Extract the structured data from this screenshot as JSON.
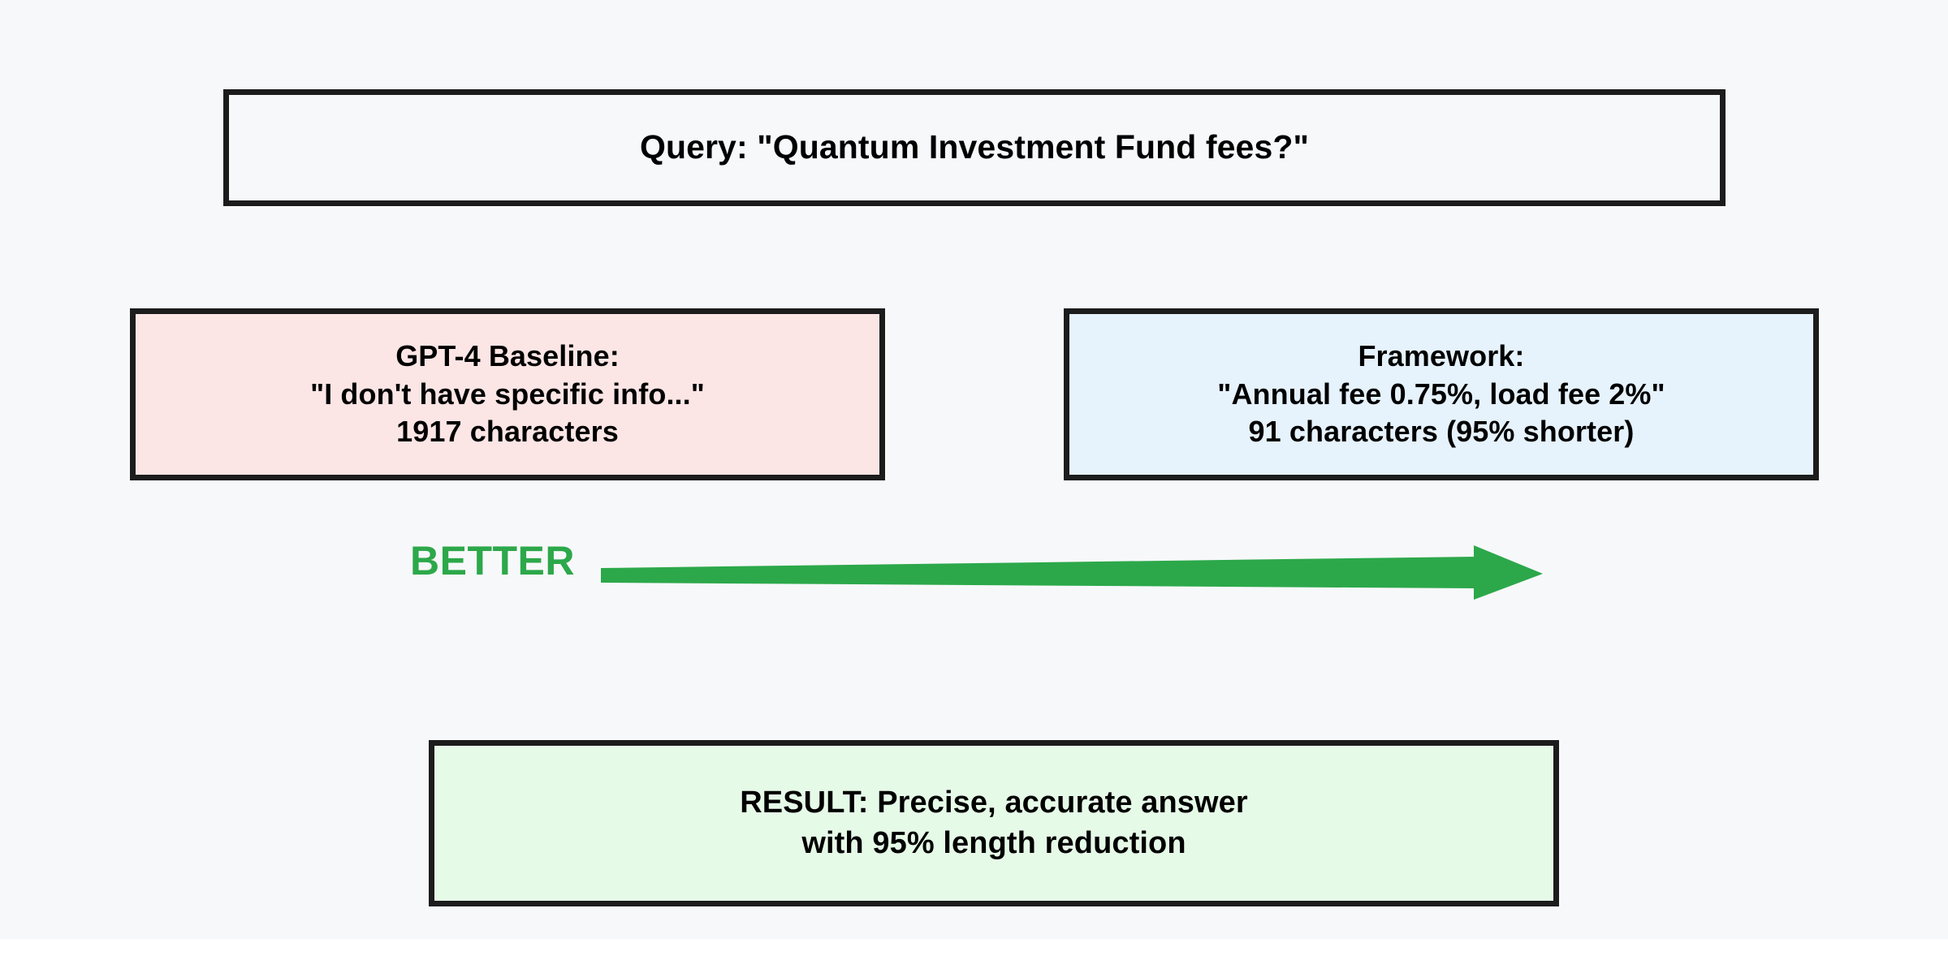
{
  "diagram": {
    "background_color": "#f7f8fa",
    "border_color": "#1c1c1c",
    "accent_green": "#2ca84a",
    "nodes": {
      "query": {
        "label": "Query: \"Quantum Investment Fund fees?\"",
        "fill_color": "#f7f8fa"
      },
      "baseline": {
        "label": "GPT-4 Baseline:\n\"I don't have specific info...\"\n1917 characters",
        "fill_color": "#fce5e5"
      },
      "framework": {
        "label": "Framework:\n\"Annual fee 0.75%, load fee 2%\"\n91 characters (95% shorter)",
        "fill_color": "#e6f2fc"
      },
      "result": {
        "label": "RESULT: Precise, accurate answer\nwith 95% length reduction",
        "fill_color": "#e6fae8"
      }
    },
    "edges": {
      "better": {
        "label": "BETTER",
        "color": "#2ca84a",
        "direction": "right"
      }
    }
  },
  "chart_data": {
    "type": "diagram",
    "title": "Query: \"Quantum Investment Fund fees?\"",
    "comparison": [
      {
        "name": "GPT-4 Baseline",
        "answer": "\"I don't have specific info...\"",
        "characters": 1917,
        "reduction_percent": 0
      },
      {
        "name": "Framework",
        "answer": "\"Annual fee 0.75%, load fee 2%\"",
        "characters": 91,
        "reduction_percent": 95
      }
    ],
    "annotations": [
      "BETTER"
    ],
    "conclusion": "RESULT: Precise, accurate answer with 95% length reduction"
  }
}
